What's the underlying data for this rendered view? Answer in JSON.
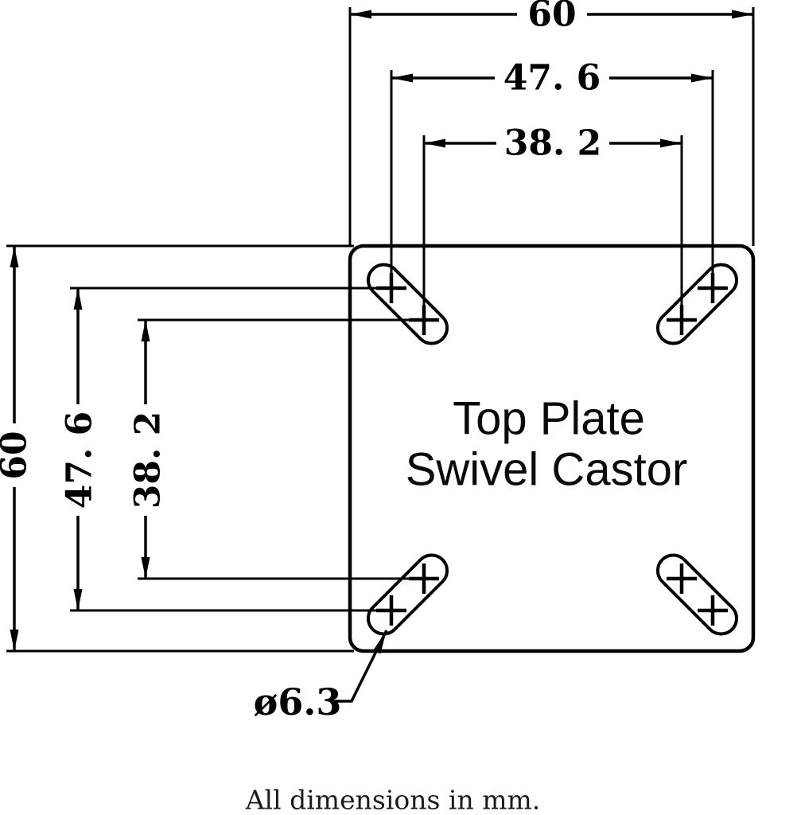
{
  "drawing": {
    "title": {
      "line1": "Top Plate",
      "line2": "Swivel Castor"
    },
    "labels": {
      "width_overall": "60",
      "width_outer_holes": "47. 6",
      "width_inner_holes": "38. 2",
      "height_overall": "60",
      "height_outer_holes": "47. 6",
      "height_inner_holes": "38. 2",
      "hole_diameter": "ø6.3"
    },
    "values_mm": {
      "plate_width": 60,
      "plate_height": 60,
      "outer_hole_spacing": 47.6,
      "inner_hole_spacing": 38.2,
      "hole_diameter": 6.3
    },
    "footer": {
      "note": "All dimensions in mm."
    },
    "colors": {
      "line": "#000000",
      "background": "#ffffff"
    }
  }
}
